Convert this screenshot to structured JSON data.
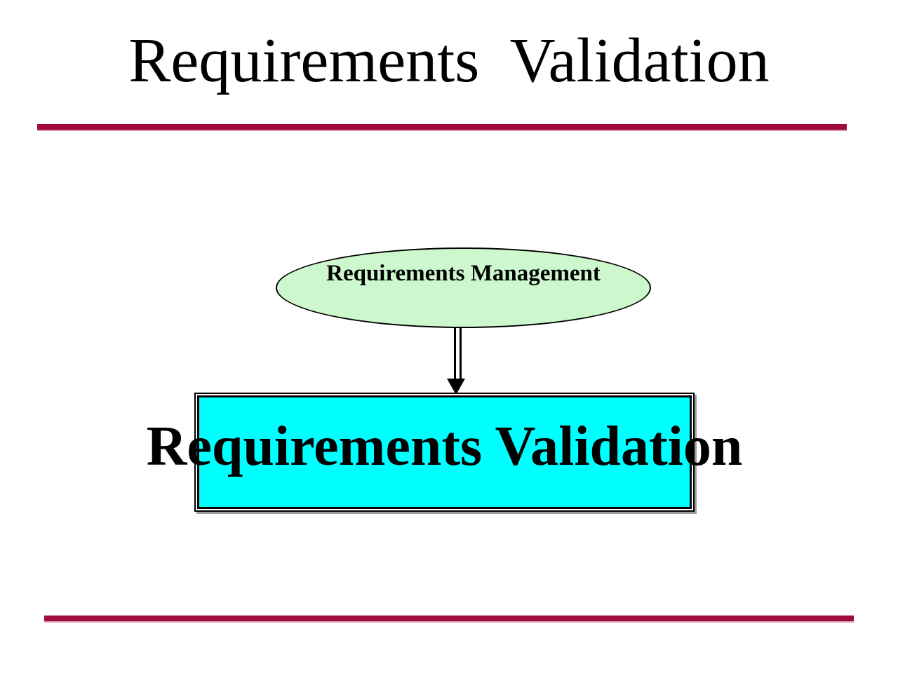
{
  "slide": {
    "title": "Requirements  Validation",
    "colors": {
      "background": "#FFFFFF",
      "rule": "#A00A40",
      "rule_edge": "#D795A8",
      "text": "#000000"
    }
  },
  "diagram": {
    "ellipse": {
      "label": "Requirements Management",
      "fill": "#CDF7CD",
      "border": "#000000"
    },
    "arrow": {
      "icon": "double-line-down-arrow",
      "color": "#000000"
    },
    "box": {
      "label": "Requirements Validation",
      "fill": "#00FFFF",
      "border": "#000000",
      "shadow": "#9E9E9E"
    }
  }
}
